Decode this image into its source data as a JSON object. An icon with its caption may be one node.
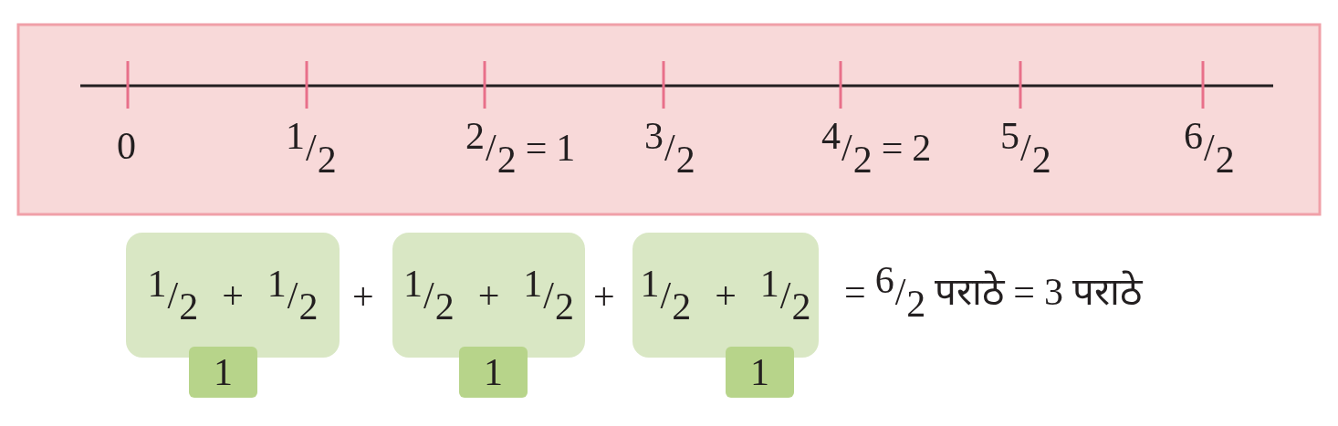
{
  "diagram": {
    "nodes": [
      {
        "text": [
          "1/2 + 1/2"
        ]
      },
      {
        "text": [
          "1/2 + 1/2"
        ]
      },
      {
        "text": [
          "1/2 + 1/2"
        ]
      },
      {
        "text": [
          "1"
        ]
      },
      {
        "text": [
          "1"
        ]
      },
      {
        "text": [
          "1"
        ]
      }
    ],
    "edges": [],
    "labels": [
      "0",
      "1/2",
      "2/2 = 1",
      "3/2",
      "4/2 = 2",
      "5/2",
      "6/2",
      "+",
      "+",
      "= 6/2 पराठे = 3 पराठे"
    ]
  }
}
